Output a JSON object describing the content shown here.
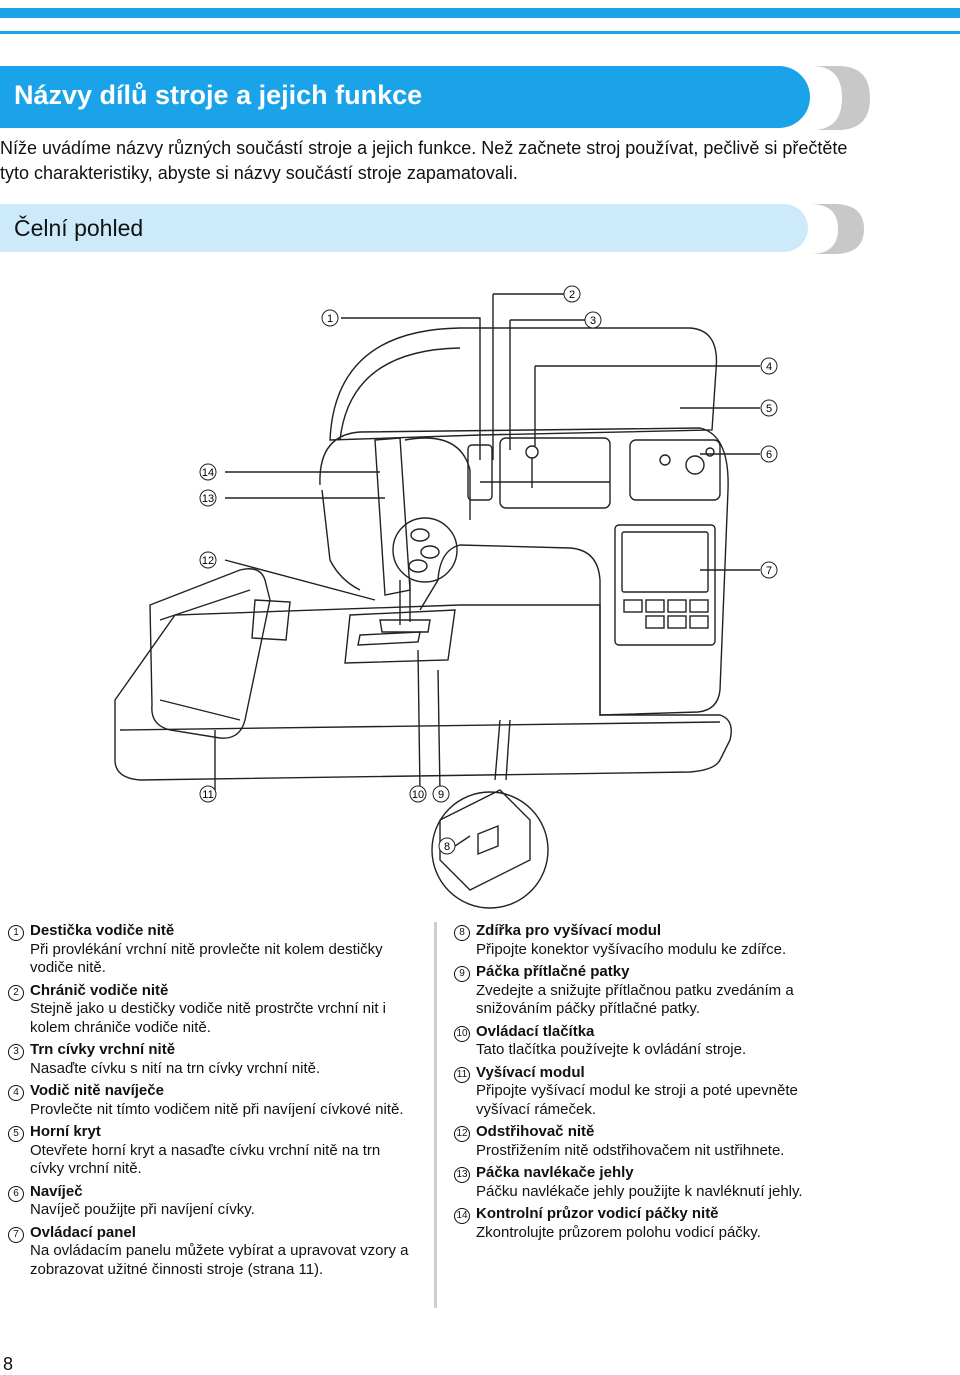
{
  "page": {
    "title": "Názvy dílů stroje a jejich funkce",
    "intro": "Níže uvádíme názvy různých součástí stroje a jejich funkce. Než začnete stroj používat, pečlivě si přečtěte tyto charakteristiky, abyste si názvy součástí stroje zapamatovali.",
    "section_title": "Čelní pohled",
    "page_number": "8"
  },
  "colors": {
    "accent": "#1aa3e8",
    "section_bg": "#cdeafb",
    "chevron": "#c8c8c8"
  },
  "callouts": [
    "1",
    "2",
    "3",
    "4",
    "5",
    "6",
    "7",
    "8",
    "9",
    "10",
    "11",
    "12",
    "13",
    "14"
  ],
  "parts_left": [
    {
      "n": "1",
      "name": "Destička vodiče nitě",
      "desc": "Při provlékání vrchní nitě provlečte nit kolem destičky vodiče nitě."
    },
    {
      "n": "2",
      "name": "Chránič vodiče nitě",
      "desc": "Stejně jako u destičky vodiče nitě prostrčte vrchní nit i kolem chrániče vodiče nitě."
    },
    {
      "n": "3",
      "name": "Trn cívky vrchní nitě",
      "desc": "Nasaďte cívku s nití na trn cívky vrchní nitě."
    },
    {
      "n": "4",
      "name": "Vodič nitě navíječe",
      "desc": "Provlečte nit tímto vodičem nitě při navíjení cívkové nitě."
    },
    {
      "n": "5",
      "name": "Horní kryt",
      "desc": "Otevřete horní kryt a nasaďte cívku vrchní nitě na trn cívky vrchní nitě."
    },
    {
      "n": "6",
      "name": "Navíječ",
      "desc": "Navíječ použijte při navíjení cívky."
    },
    {
      "n": "7",
      "name": "Ovládací panel",
      "desc": "Na ovládacím panelu můžete vybírat a upravovat vzory a zobrazovat užitné činnosti stroje (strana 11)."
    }
  ],
  "parts_right": [
    {
      "n": "8",
      "name": "Zdířka pro vyšívací modul",
      "desc": "Připojte konektor vyšívacího modulu ke zdířce."
    },
    {
      "n": "9",
      "name": "Páčka přítlačné patky",
      "desc": "Zvedejte a snižujte přítlačnou patku zvedáním a snižováním páčky přítlačné patky."
    },
    {
      "n": "10",
      "name": "Ovládací tlačítka",
      "desc": "Tato tlačítka používejte k ovládání stroje."
    },
    {
      "n": "11",
      "name": "Vyšívací modul",
      "desc": "Připojte vyšívací modul ke stroji a poté upevněte vyšívací rámeček."
    },
    {
      "n": "12",
      "name": "Odstřihovač nitě",
      "desc": "Prostřižením nitě odstřihovačem nit ustřihnete."
    },
    {
      "n": "13",
      "name": "Páčka navlékače jehly",
      "desc": "Páčku navlékače jehly použijte k navléknutí jehly."
    },
    {
      "n": "14",
      "name": "Kontrolní průzor vodicí páčky nitě",
      "desc": "Zkontrolujte průzorem polohu vodicí páčky."
    }
  ]
}
